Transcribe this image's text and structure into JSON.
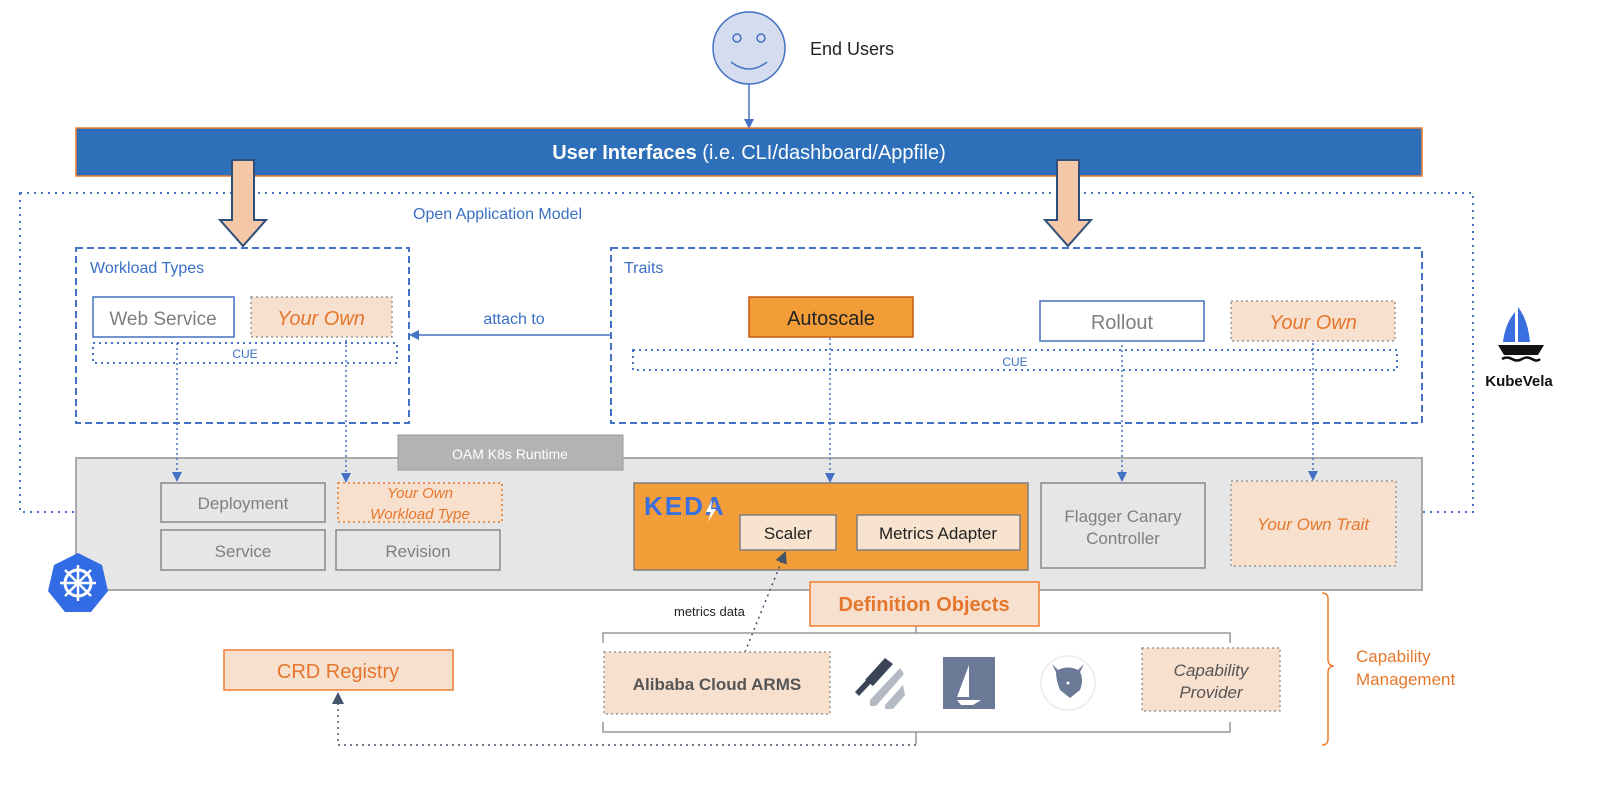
{
  "end_users": {
    "label": "End Users",
    "icon": "smiley-face-icon"
  },
  "user_interfaces": {
    "title": "User Interfaces",
    "subtitle": " (i.e. CLI/dashboard/Appfile)"
  },
  "oam": {
    "label": "Open Application Model"
  },
  "workload_types": {
    "title": "Workload Types",
    "items": [
      "Web Service",
      "Your Own"
    ],
    "cue": "CUE"
  },
  "attach_to": "attach to",
  "traits": {
    "title": "Traits",
    "items": [
      "Autoscale",
      "Rollout",
      "Your Own"
    ],
    "cue": "CUE"
  },
  "runtime": {
    "tab": "OAM K8s Runtime",
    "deployment": "Deployment",
    "your_own_workload": [
      "Your Own",
      "Workload Type"
    ],
    "service": "Service",
    "revision": "Revision",
    "keda_logo": "KEDA",
    "scaler": "Scaler",
    "metrics_adapter": "Metrics Adapter",
    "flagger": [
      "Flagger Canary",
      "Controller"
    ],
    "your_own_trait": "Your Own Trait"
  },
  "definition_objects": "Definition Objects",
  "metrics_data": "metrics data",
  "providers": {
    "arms": "Alibaba Cloud ARMS",
    "icons": [
      "prometheus-like-logo-icon",
      "istio-sail-icon",
      "opa-viking-icon"
    ],
    "capability_provider": [
      "Capability",
      "Provider"
    ]
  },
  "crd_registry": "CRD Registry",
  "capability_management": [
    "Capability",
    "Management"
  ],
  "kubevela": {
    "label": "KubeVela"
  },
  "colors": {
    "ui_bar": "#2e6fba",
    "keda_orange": "#f29d38",
    "peach": "#f8e0cf",
    "accent_orange": "#e5772c",
    "runtime_gray": "#e6e6e6",
    "blue_line": "#4472c4"
  }
}
